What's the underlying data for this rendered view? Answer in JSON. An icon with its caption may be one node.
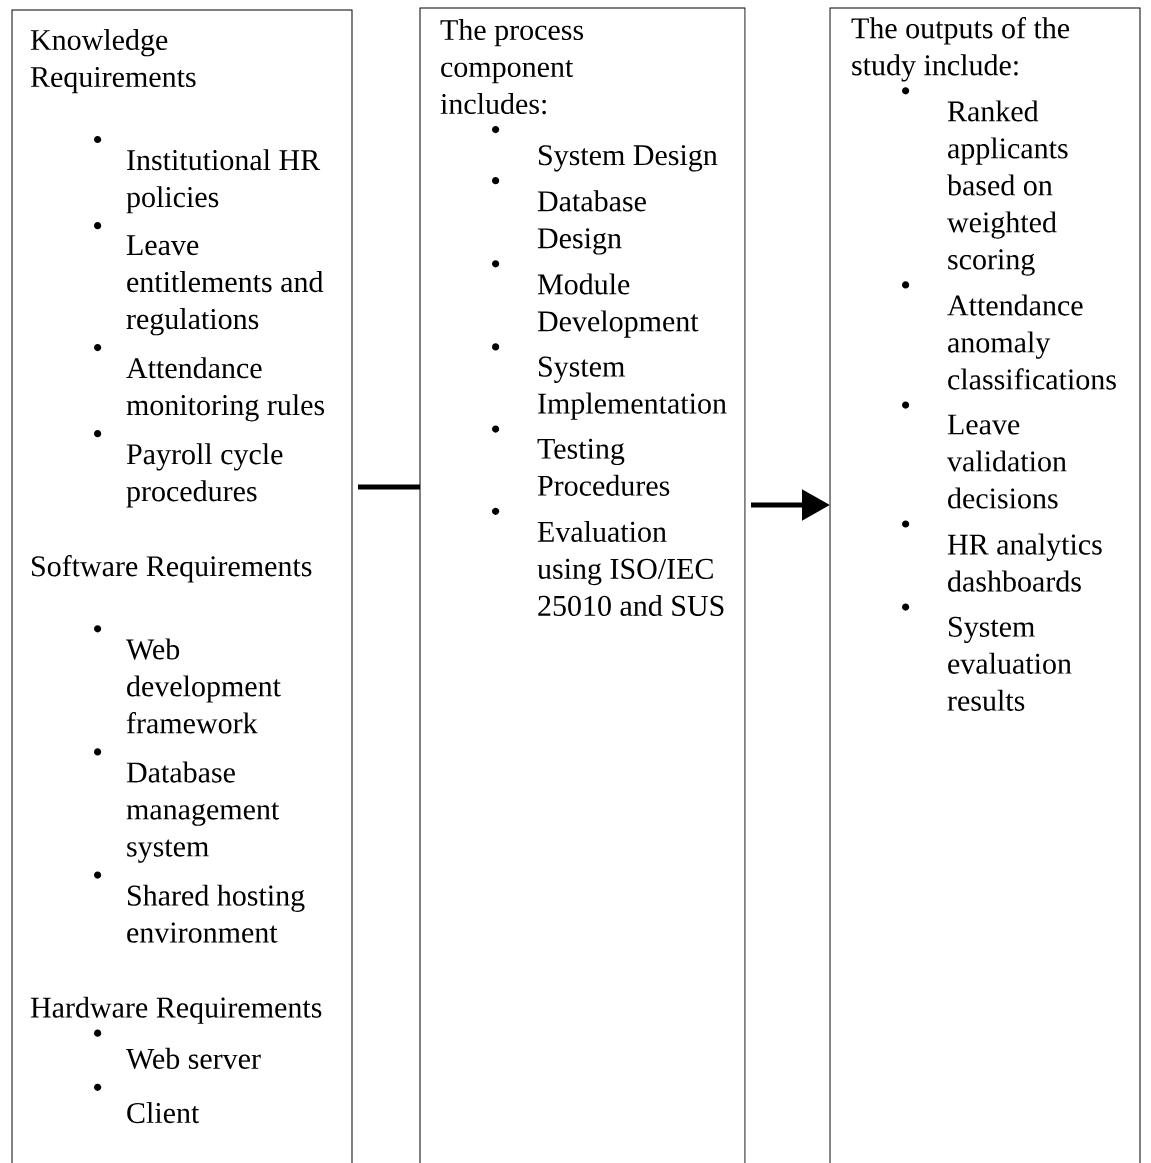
{
  "diagram": {
    "nodes": [
      {
        "text": [
          "Knowledge Requirements",
          "Institutional HR policies",
          "Leave entitlements and regulations",
          "Attendance monitoring rules",
          "Payroll cycle procedures",
          "Software Requirements",
          "Web development framework",
          "Database management system",
          "Shared hosting environment",
          "Hardware Requirements",
          "Web server",
          "Client"
        ]
      },
      {
        "text": [
          "The process component includes:",
          "System Design",
          "Database Design",
          "Module Development",
          "System Implementation",
          "Testing Procedures",
          "Evaluation using ISO/IEC 25010 and SUS"
        ]
      },
      {
        "text": [
          "The outputs of the study include:",
          "Ranked applicants based on weighted scoring",
          "Attendance anomaly classifications",
          "Leave validation decisions",
          "HR analytics dashboards",
          "System evaluation results"
        ]
      }
    ],
    "edges": [
      {
        "from": 0,
        "to": 1,
        "arrow": "none"
      },
      {
        "from": 1,
        "to": 2,
        "arrow": "to"
      }
    ]
  }
}
